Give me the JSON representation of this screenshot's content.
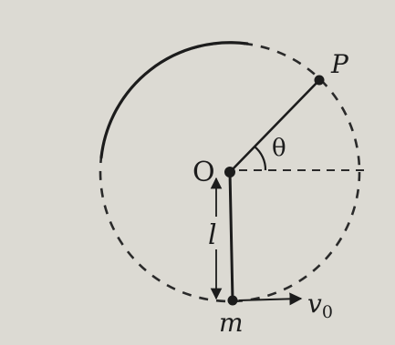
{
  "labels": {
    "center": "O",
    "point_p": "P",
    "angle": "θ",
    "length": "l",
    "mass": "m",
    "velocity": "v",
    "velocity_subscript": "0"
  },
  "colors": {
    "background": "#dcdad3",
    "ink": "#1c1c1c",
    "dashed": "#2a2a2a"
  }
}
